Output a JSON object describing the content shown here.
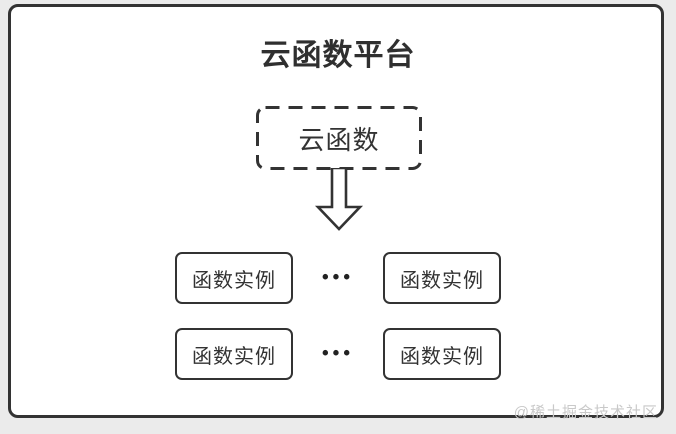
{
  "page": {
    "title": "云函数平台",
    "watermark": "@稀土掘金技术社区"
  },
  "diagram": {
    "root_node": {
      "label": "云函数",
      "border_style": "dashed"
    },
    "arrow_icon": "down-arrow",
    "rows": [
      {
        "left": "函数实例",
        "dots": "•••",
        "right": "函数实例"
      },
      {
        "left": "函数实例",
        "dots": "•••",
        "right": "函数实例"
      }
    ]
  },
  "colors": {
    "border": "#333333",
    "text": "#2f2f2f",
    "watermark": "#c9c9c9",
    "card_background": "#ffffff",
    "page_background": "#ebebeb"
  }
}
